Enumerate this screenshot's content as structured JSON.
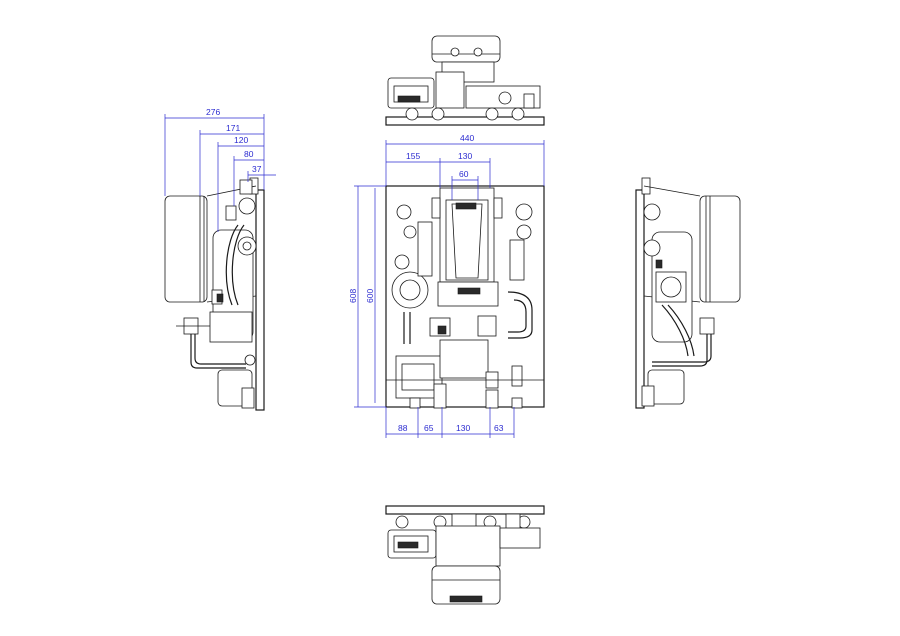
{
  "colors": {
    "dimension": "#2b2bd0",
    "line": "#1a1a1a",
    "background": "#ffffff"
  },
  "dimensions": {
    "side_left": [
      "276",
      "171",
      "120",
      "80",
      "37"
    ],
    "front_top": [
      "440",
      "155",
      "130",
      "60"
    ],
    "front_height": [
      "608",
      "600"
    ],
    "front_bottom": [
      "88",
      "65",
      "130",
      "63"
    ]
  },
  "views": {
    "top": "top-view",
    "side_left": "left-side-view",
    "front": "front-view",
    "side_right": "right-side-view",
    "bottom": "bottom-view"
  }
}
